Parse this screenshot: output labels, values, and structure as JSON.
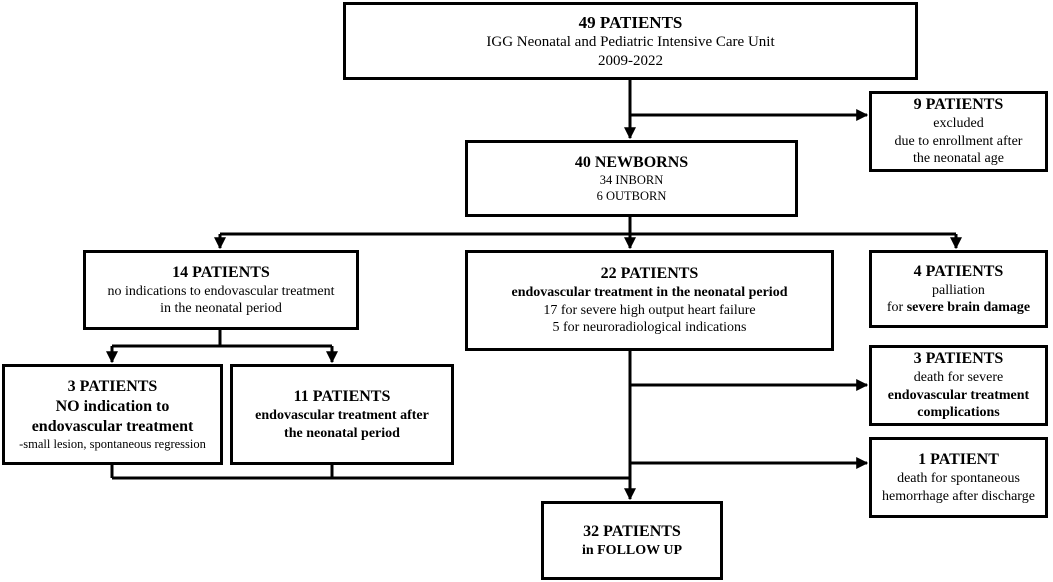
{
  "total": {
    "title": "49 PATIENTS",
    "line1": "IGG Neonatal and Pediatric Intensive Care Unit",
    "line2": "2009-2022"
  },
  "excluded": {
    "title": "9 PATIENTS",
    "line1": "excluded",
    "line2": "due to enrollment after",
    "line3": "the neonatal age"
  },
  "newborns": {
    "title": "40 NEWBORNS",
    "line1": "34 INBORN",
    "line2": "6 OUTBORN"
  },
  "no_indication": {
    "title": "14 PATIENTS",
    "line1": "no indications to endovascular treatment",
    "line2": "in the neonatal period"
  },
  "endovascular": {
    "title": "22 PATIENTS",
    "line1": "endovascular treatment in the neonatal period",
    "line2": "17 for severe high output heart failure",
    "line3": "5 for neuroradiological indications"
  },
  "palliation": {
    "title": "4 PATIENTS",
    "line1": "palliation",
    "line2_prefix": "for",
    "line2_bold": "severe brain damage"
  },
  "no_indication_sub": {
    "title": "3 PATIENTS",
    "line1": "NO indication to",
    "line2": "endovascular treatment",
    "line3": "-small lesion, spontaneous regression"
  },
  "after_neonatal": {
    "title": "11 PATIENTS",
    "line1": "endovascular treatment after",
    "line2": "the neonatal period"
  },
  "complications": {
    "title": "3 PATIENTS",
    "line1": "death for severe",
    "line2": "endovascular treatment",
    "line3": "complications"
  },
  "hemorrhage": {
    "title": "1 PATIENT",
    "line1": "death for spontaneous",
    "line2": "hemorrhage after discharge"
  },
  "follow_up": {
    "title": "32 PATIENTS",
    "line1": "in FOLLOW UP"
  }
}
